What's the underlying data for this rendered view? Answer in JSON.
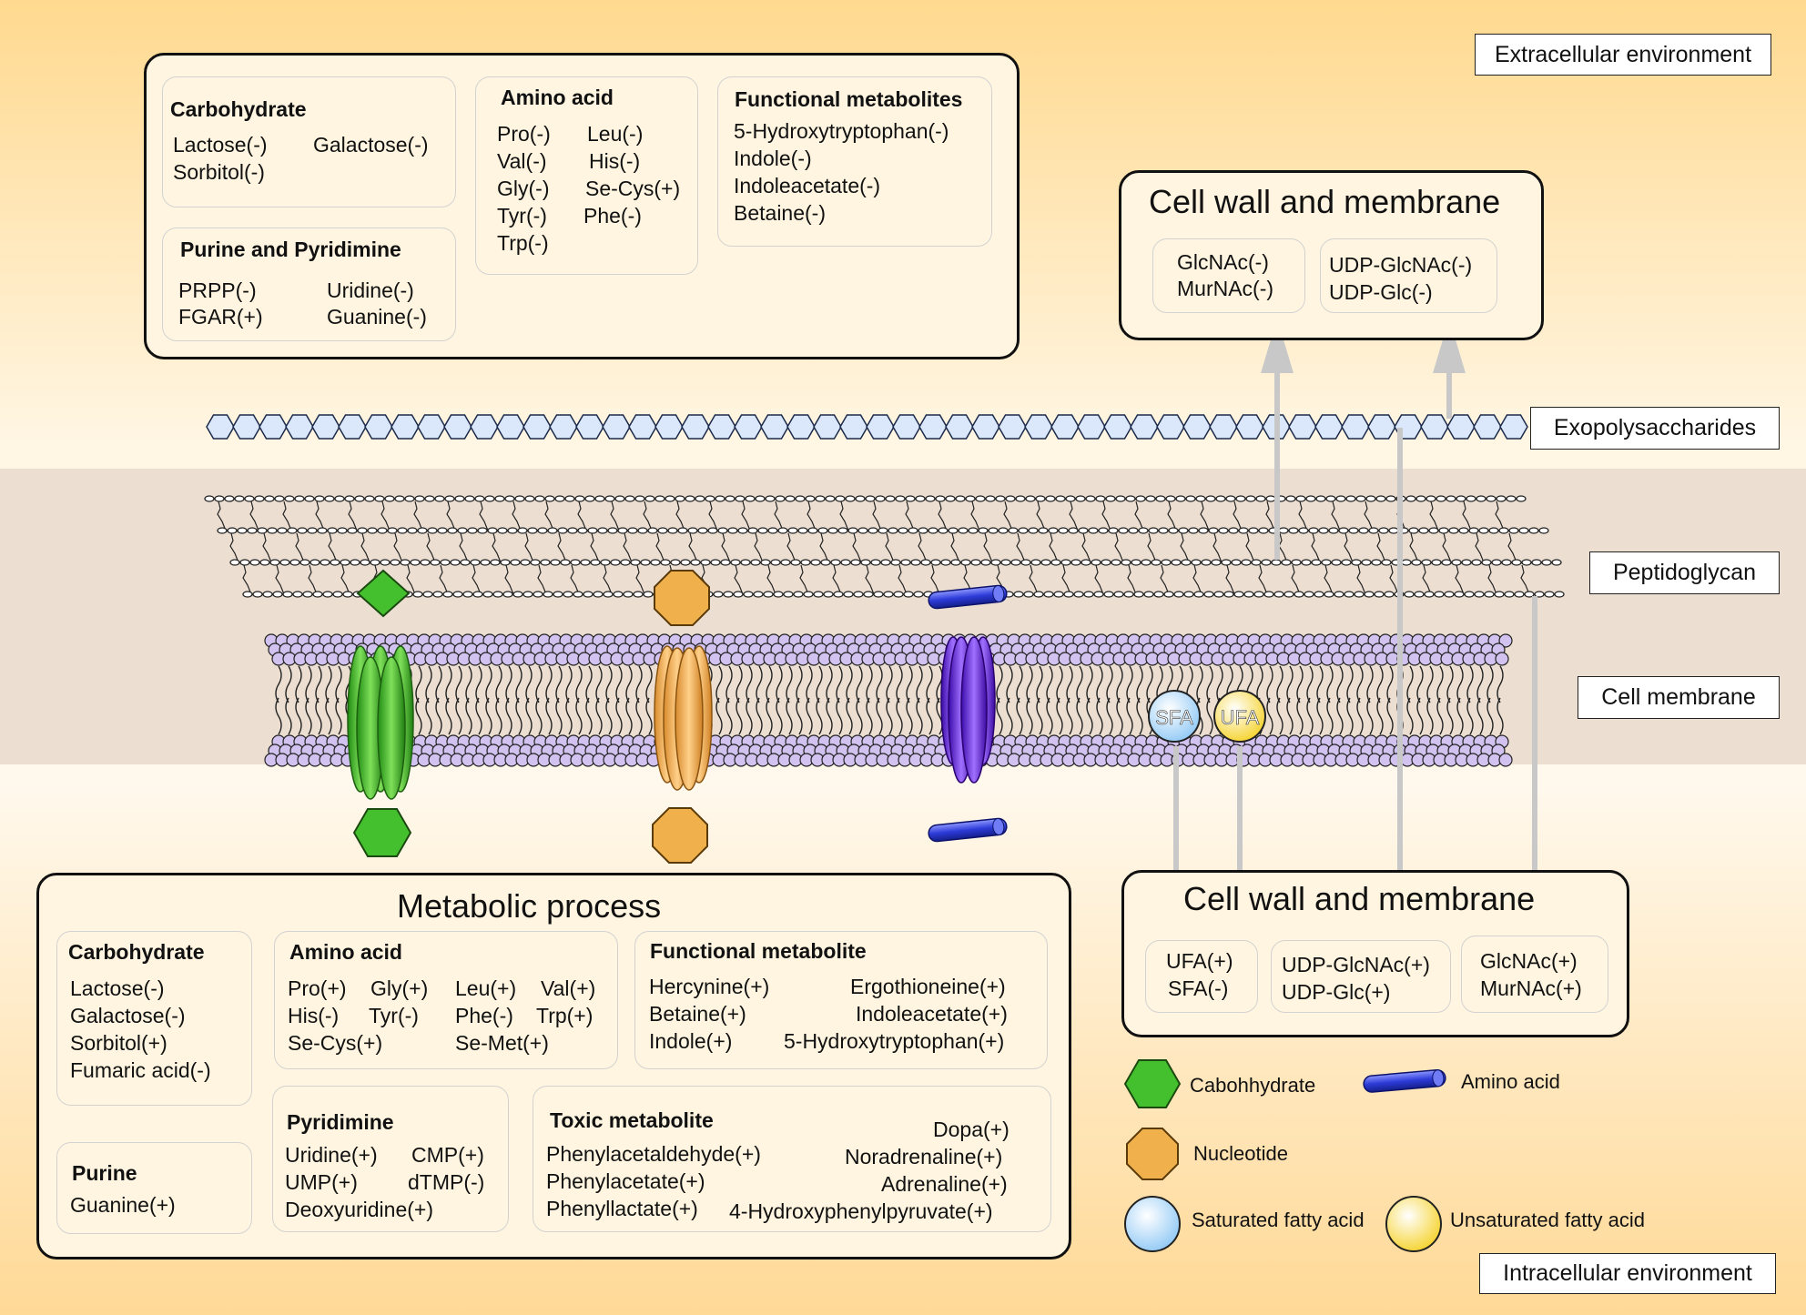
{
  "labels": {
    "extracellular": "Extracellular environment",
    "exopolysaccharides": "Exopolysaccharides",
    "peptidoglycan": "Peptidoglycan",
    "cell_membrane": "Cell membrane",
    "intracellular": "Intracellular environment"
  },
  "top_box": {
    "carbohydrate": {
      "title": "Carbohydrate",
      "items": [
        "Lactose(-)",
        "Galactose(-)",
        "Sorbitol(-)"
      ]
    },
    "purine_pyridimine": {
      "title": "Purine and Pyridimine",
      "items": [
        "PRPP(-)",
        "Uridine(-)",
        "FGAR(+)",
        "Guanine(-)"
      ]
    },
    "amino_acid": {
      "title": "Amino acid",
      "items": [
        "Pro(-)",
        "Leu(-)",
        "Val(-)",
        "His(-)",
        "Gly(-)",
        "Se-Cys(+)",
        "Tyr(-)",
        "Phe(-)",
        "Trp(-)"
      ]
    },
    "functional": {
      "title": "Functional metabolites",
      "items": [
        "5-Hydroxytryptophan(-)",
        "Indole(-)",
        "Indoleacetate(-)",
        "Betaine(-)"
      ]
    }
  },
  "cell_wall_top": {
    "title": "Cell wall and membrane",
    "panel1": [
      "GlcNAc(-)",
      "MurNAc(-)"
    ],
    "panel2": [
      "UDP-GlcNAc(-)",
      "UDP-Glc(-)"
    ]
  },
  "fatty_acids": {
    "sfa": "SFA",
    "ufa": "UFA"
  },
  "metabolic": {
    "title": "Metabolic process",
    "carbohydrate": {
      "title": "Carbohydrate",
      "items": [
        "Lactose(-)",
        "Galactose(-)",
        "Sorbitol(+)",
        "Fumaric acid(-)"
      ]
    },
    "purine": {
      "title": "Purine",
      "items": [
        "Guanine(+)"
      ]
    },
    "amino_acid": {
      "title": "Amino acid",
      "items": [
        "Pro(+)",
        "Gly(+)",
        "Leu(+)",
        "Val(+)",
        "His(-)",
        "Tyr(-)",
        "Phe(-)",
        "Trp(+)",
        "Se-Cys(+)",
        "Se-Met(+)"
      ]
    },
    "pyridimine": {
      "title": "Pyridimine",
      "items": [
        "Uridine(+)",
        "CMP(+)",
        "UMP(+)",
        "dTMP(-)",
        "Deoxyuridine(+)"
      ]
    },
    "functional": {
      "title": "Functional metabolite",
      "items": [
        "Hercynine(+)",
        "Ergothioneine(+)",
        "Betaine(+)",
        "Indoleacetate(+)",
        "Indole(+)",
        "5-Hydroxytryptophan(+)"
      ]
    },
    "toxic": {
      "title": "Toxic metabolite",
      "items": [
        "Dopa(+)",
        "Phenylacetaldehyde(+)",
        "Noradrenaline(+)",
        "Phenylacetate(+)",
        "Adrenaline(+)",
        "Phenyllactate(+)",
        "4-Hydroxyphenylpyruvate(+)"
      ]
    }
  },
  "cell_wall_bottom": {
    "title": "Cell wall and membrane",
    "panel1": [
      "UFA(+)",
      "SFA(-)"
    ],
    "panel2": [
      "UDP-GlcNAc(+)",
      "UDP-Glc(+)"
    ],
    "panel3": [
      "GlcNAc(+)",
      "MurNAc(+)"
    ]
  },
  "legend": {
    "carbohydrate": "Cabohhydrate",
    "amino_acid": "Amino acid",
    "nucleotide": "Nucleotide",
    "sfa": "Saturated fatty acid",
    "ufa": "Unsaturated fatty acid"
  },
  "colors": {
    "bg_top": "#ffd98f",
    "bg_wall_band": "#ecdfd2",
    "box_fill": "#fff5e0",
    "carbohydrate": "#44c02e",
    "nucleotide": "#f0b04c",
    "amino_acid": "#2d3bd8",
    "transporter_purple": "#6a1fe0",
    "lipid_head": "#d2c2f0",
    "exopoly": "#dbe8fb",
    "sfa": "#c6e4fb",
    "ufa": "#fde97a",
    "arrow": "#cbcbcb"
  }
}
